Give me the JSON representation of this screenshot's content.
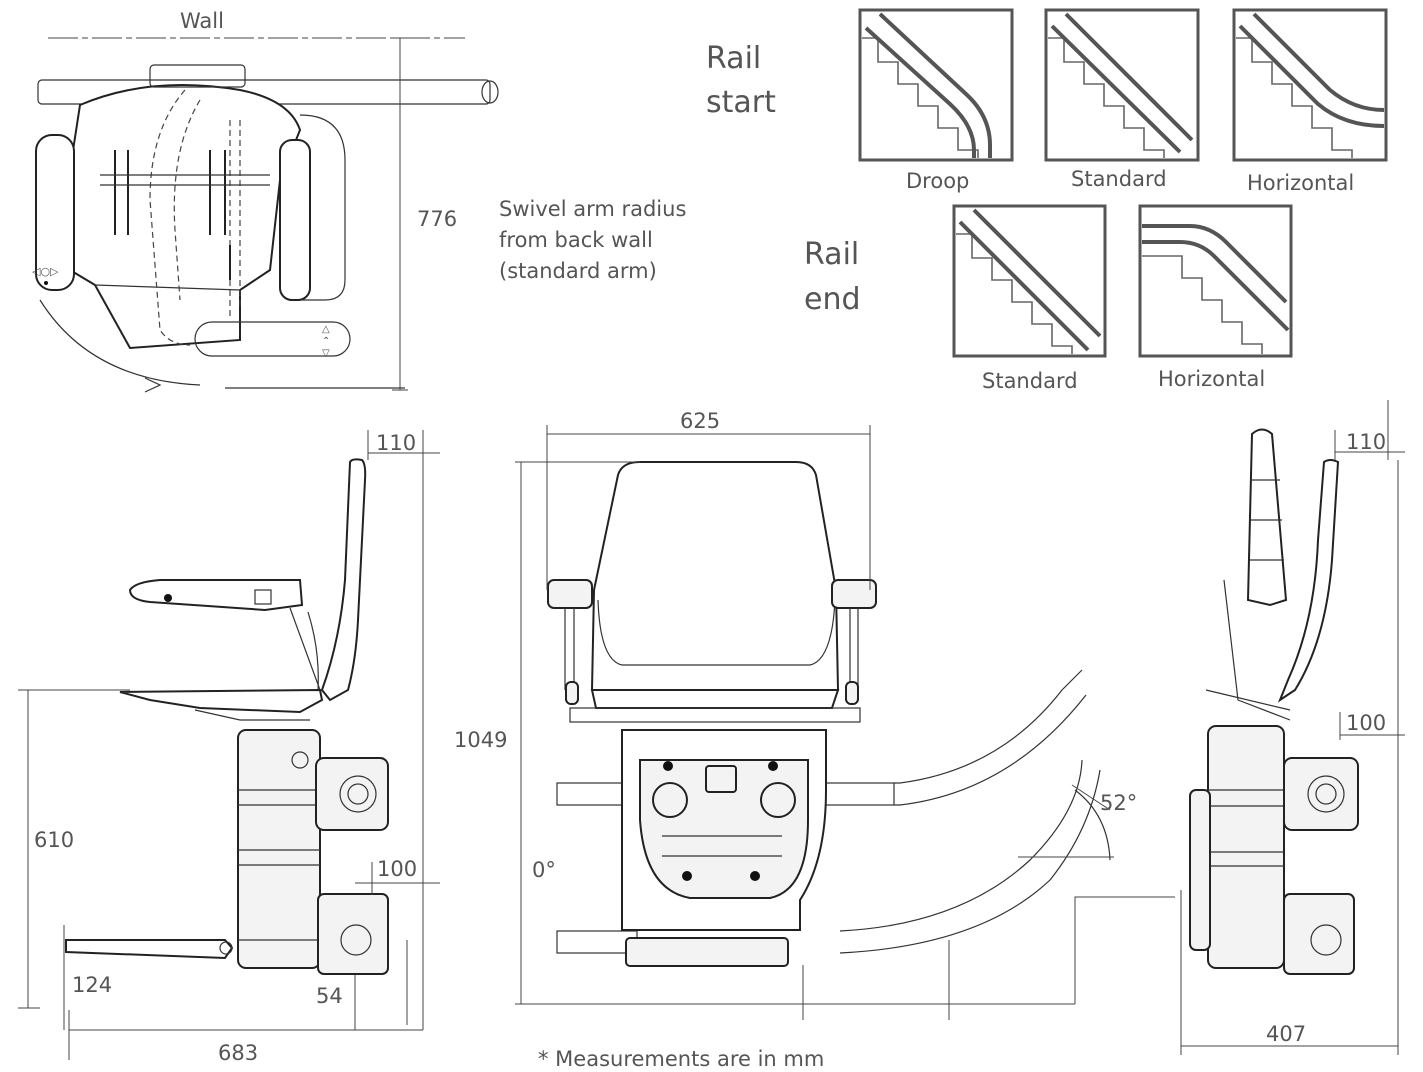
{
  "top_view": {
    "wall_label": "Wall",
    "dim_776": "776",
    "caption_line1": "Swivel arm radius",
    "caption_line2": "from back wall",
    "caption_line3": "(standard arm)"
  },
  "rail_options": {
    "start_label_line1": "Rail",
    "start_label_line2": "start",
    "end_label_line1": "Rail",
    "end_label_line2": "end",
    "start_options": [
      "Droop",
      "Standard",
      "Horizontal"
    ],
    "end_options": [
      "Standard",
      "Horizontal"
    ]
  },
  "side_view_left": {
    "dim_110": "110",
    "dim_610": "610",
    "dim_100": "100",
    "dim_124": "124",
    "dim_54": "54",
    "dim_683": "683"
  },
  "front_view": {
    "dim_625": "625",
    "dim_1049": "1049",
    "angle_0": "0°",
    "angle_52": "52°"
  },
  "side_view_right": {
    "dim_110": "110",
    "dim_100": "100",
    "dim_407": "407"
  },
  "footnote": "* Measurements are in mm"
}
